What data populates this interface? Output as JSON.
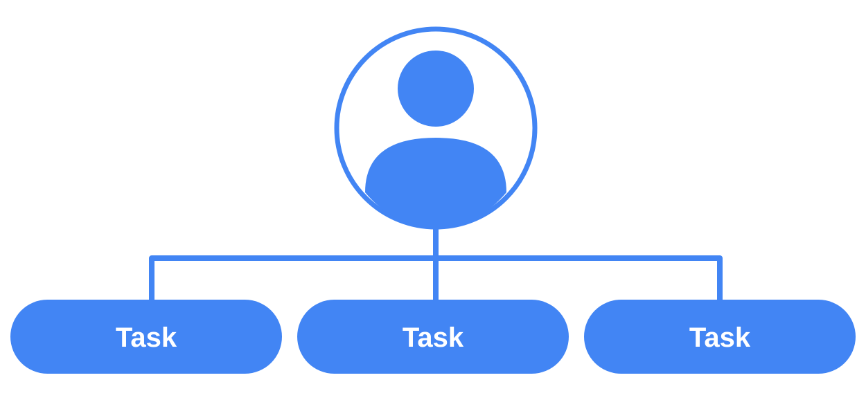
{
  "diagram": {
    "root": {
      "icon": "user-avatar-icon"
    },
    "tasks": [
      {
        "label": "Task"
      },
      {
        "label": "Task"
      },
      {
        "label": "Task"
      }
    ]
  },
  "colors": {
    "primary": "#4285f4",
    "text": "#ffffff",
    "background": "#ffffff"
  }
}
